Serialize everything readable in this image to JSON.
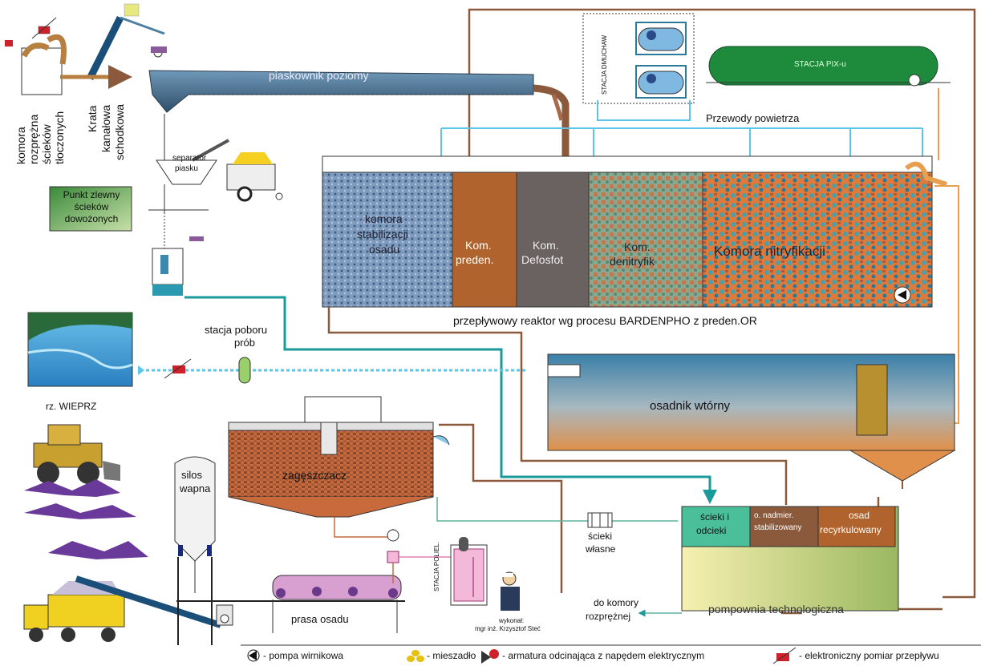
{
  "labels": {
    "piaskownik": "piaskownik poziomy",
    "komora_rozprezna": [
      "komora",
      "rozprężna",
      "ścieków",
      "tłoczonych"
    ],
    "krata": [
      "Krata",
      "kanałowa",
      "schodkowa"
    ],
    "separator": [
      "separator",
      "piasku"
    ],
    "punkt_zlewny": "Punkt zlewny ścieków dowożonych",
    "stacja_poboru": [
      "stacja poboru",
      "prób"
    ],
    "rzeka": "rz. WIEPRZ",
    "komora_stabilizacji": [
      "komora",
      "stabilizacji",
      "osadu"
    ],
    "kom_preden": [
      "Kom.",
      "preden."
    ],
    "kom_defosfot": [
      "Kom.",
      "Defosfot"
    ],
    "kom_denitryfik": [
      "Kom.",
      "denitryfik"
    ],
    "komora_nitryfikacji": "Komora nitryfikacji",
    "reaktor": "przepływowy reaktor wg procesu BARDENPHO z preden.OR",
    "przewody": "Przewody powietrza",
    "stacja_pix": "STACJA PIX-u",
    "stacja_dmuchaw": "STACJA DMUCHAW",
    "osadnik": "osadnik wtórny",
    "zageszczacz": "zagęszczacz",
    "silos": [
      "silos",
      "wapna"
    ],
    "prasa": "prasa osadu",
    "sciek_wlasne": [
      "ścieki",
      "własne"
    ],
    "sciek_odcieki": [
      "ścieki i",
      "odcieki"
    ],
    "o_nadmier": [
      "o. nadmier.",
      "stabilizowany"
    ],
    "osad_recyrk": [
      "osad",
      "recyrkulowany"
    ],
    "pompownia": "pompownia technologiczna",
    "do_komory": [
      "do komory",
      "rozprężnej"
    ],
    "wykonal": [
      "wykonał:",
      "mgr inż. Krzysztof Steć"
    ],
    "polielektrolit": "STACJA POLIEL."
  },
  "legend": {
    "pompa": "- pompa wirnikowa",
    "mieszadlo": "- mieszadło",
    "armatura": "- armatura odcinająca z napędem elektrycznym",
    "pomiar": "- elektroniczny pomiar przepływu"
  },
  "colors": {
    "brown_pipe": "#8b5a3c",
    "teal_pipe": "#1a9a9a",
    "water_pipe": "#5bc6e8",
    "orange_pipe": "#e8a050",
    "valve_red": "#d0202a",
    "pix_green": "#1e8a3c",
    "tank_blue": "#7fa6c8"
  }
}
